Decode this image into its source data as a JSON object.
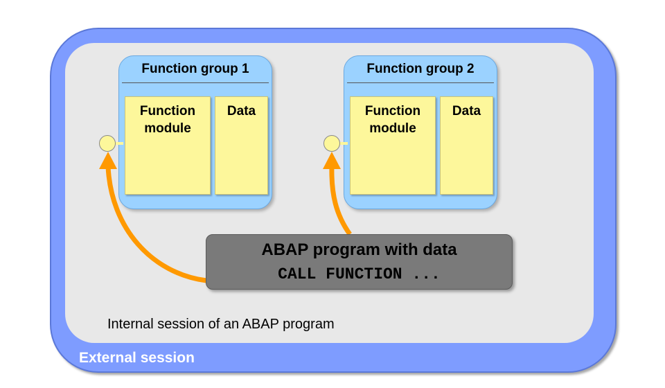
{
  "external_session": {
    "label": "External session"
  },
  "internal_session": {
    "label": "Internal session of an ABAP program"
  },
  "function_groups": [
    {
      "title": "Function group 1",
      "module_label_1": "Function",
      "module_label_2": "module",
      "data_label": "Data"
    },
    {
      "title": "Function group 2",
      "module_label_1": "Function",
      "module_label_2": "module",
      "data_label": "Data"
    }
  ],
  "program": {
    "title": "ABAP program with data",
    "code": "CALL FUNCTION ..."
  },
  "colors": {
    "external": "#7e9cff",
    "internal": "#e8e8e8",
    "function_group": "#9bd2ff",
    "box": "#fdf79b",
    "program": "#7a7a7a",
    "arrow": "#ff9900"
  }
}
